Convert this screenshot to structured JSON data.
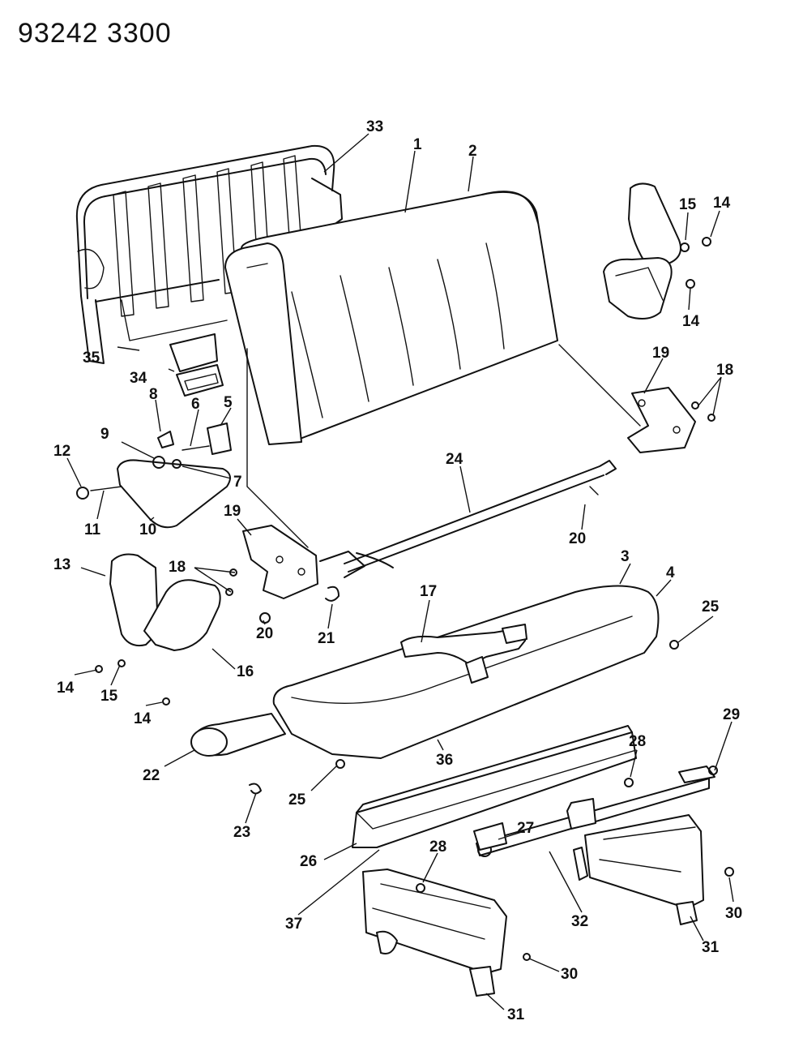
{
  "header": {
    "reference_number": "93242  3300"
  },
  "callouts": [
    "33",
    "1",
    "2",
    "15",
    "14",
    "14",
    "35",
    "34",
    "19",
    "18",
    "8",
    "6",
    "5",
    "9",
    "7",
    "12",
    "11",
    "10",
    "24",
    "20",
    "19",
    "13",
    "18",
    "17",
    "3",
    "4",
    "25",
    "20",
    "21",
    "14",
    "15",
    "16",
    "14",
    "22",
    "36",
    "29",
    "28",
    "25",
    "23",
    "27",
    "26",
    "28",
    "32",
    "37",
    "30",
    "31",
    "30",
    "31"
  ]
}
